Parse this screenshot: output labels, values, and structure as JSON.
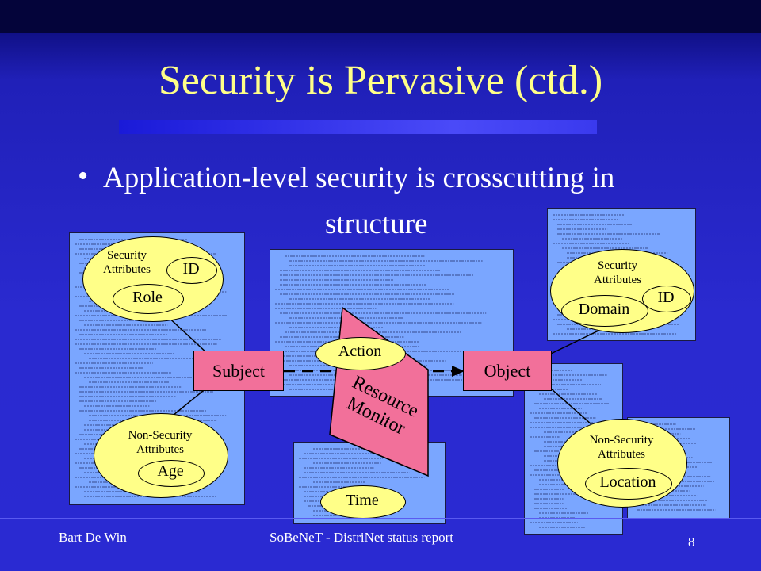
{
  "slide": {
    "title": "Security is Pervasive (ctd.)",
    "bullet_line1": "Application-level security is crosscutting in",
    "bullet_line2": "structure",
    "footer_left": "Bart De Win",
    "footer_center": "SoBeNeT - DistriNet status report",
    "page_number": "8"
  },
  "diagram": {
    "subject_label": "Subject",
    "object_label": "Object",
    "monitor_label_line1": "Resource",
    "monitor_label_line2": "Monitor",
    "action_label": "Action",
    "time_label": "Time",
    "subject_security": {
      "title_line1": "Security",
      "title_line2": "Attributes",
      "id": "ID",
      "role": "Role"
    },
    "subject_nonsecurity": {
      "title_line1": "Non-Security",
      "title_line2": "Attributes",
      "age": "Age"
    },
    "object_security": {
      "title_line1": "Security",
      "title_line2": "Attributes",
      "id": "ID",
      "domain": "Domain"
    },
    "object_nonsecurity": {
      "title_line1": "Non-Security",
      "title_line2": "Attributes",
      "location": "Location"
    }
  },
  "colors": {
    "background": "#2a2ad0",
    "title": "#ffff88",
    "code_panel": "#7aa6ff",
    "attribute_ellipse": "#ffff88",
    "entity_box": "#f2709a"
  }
}
